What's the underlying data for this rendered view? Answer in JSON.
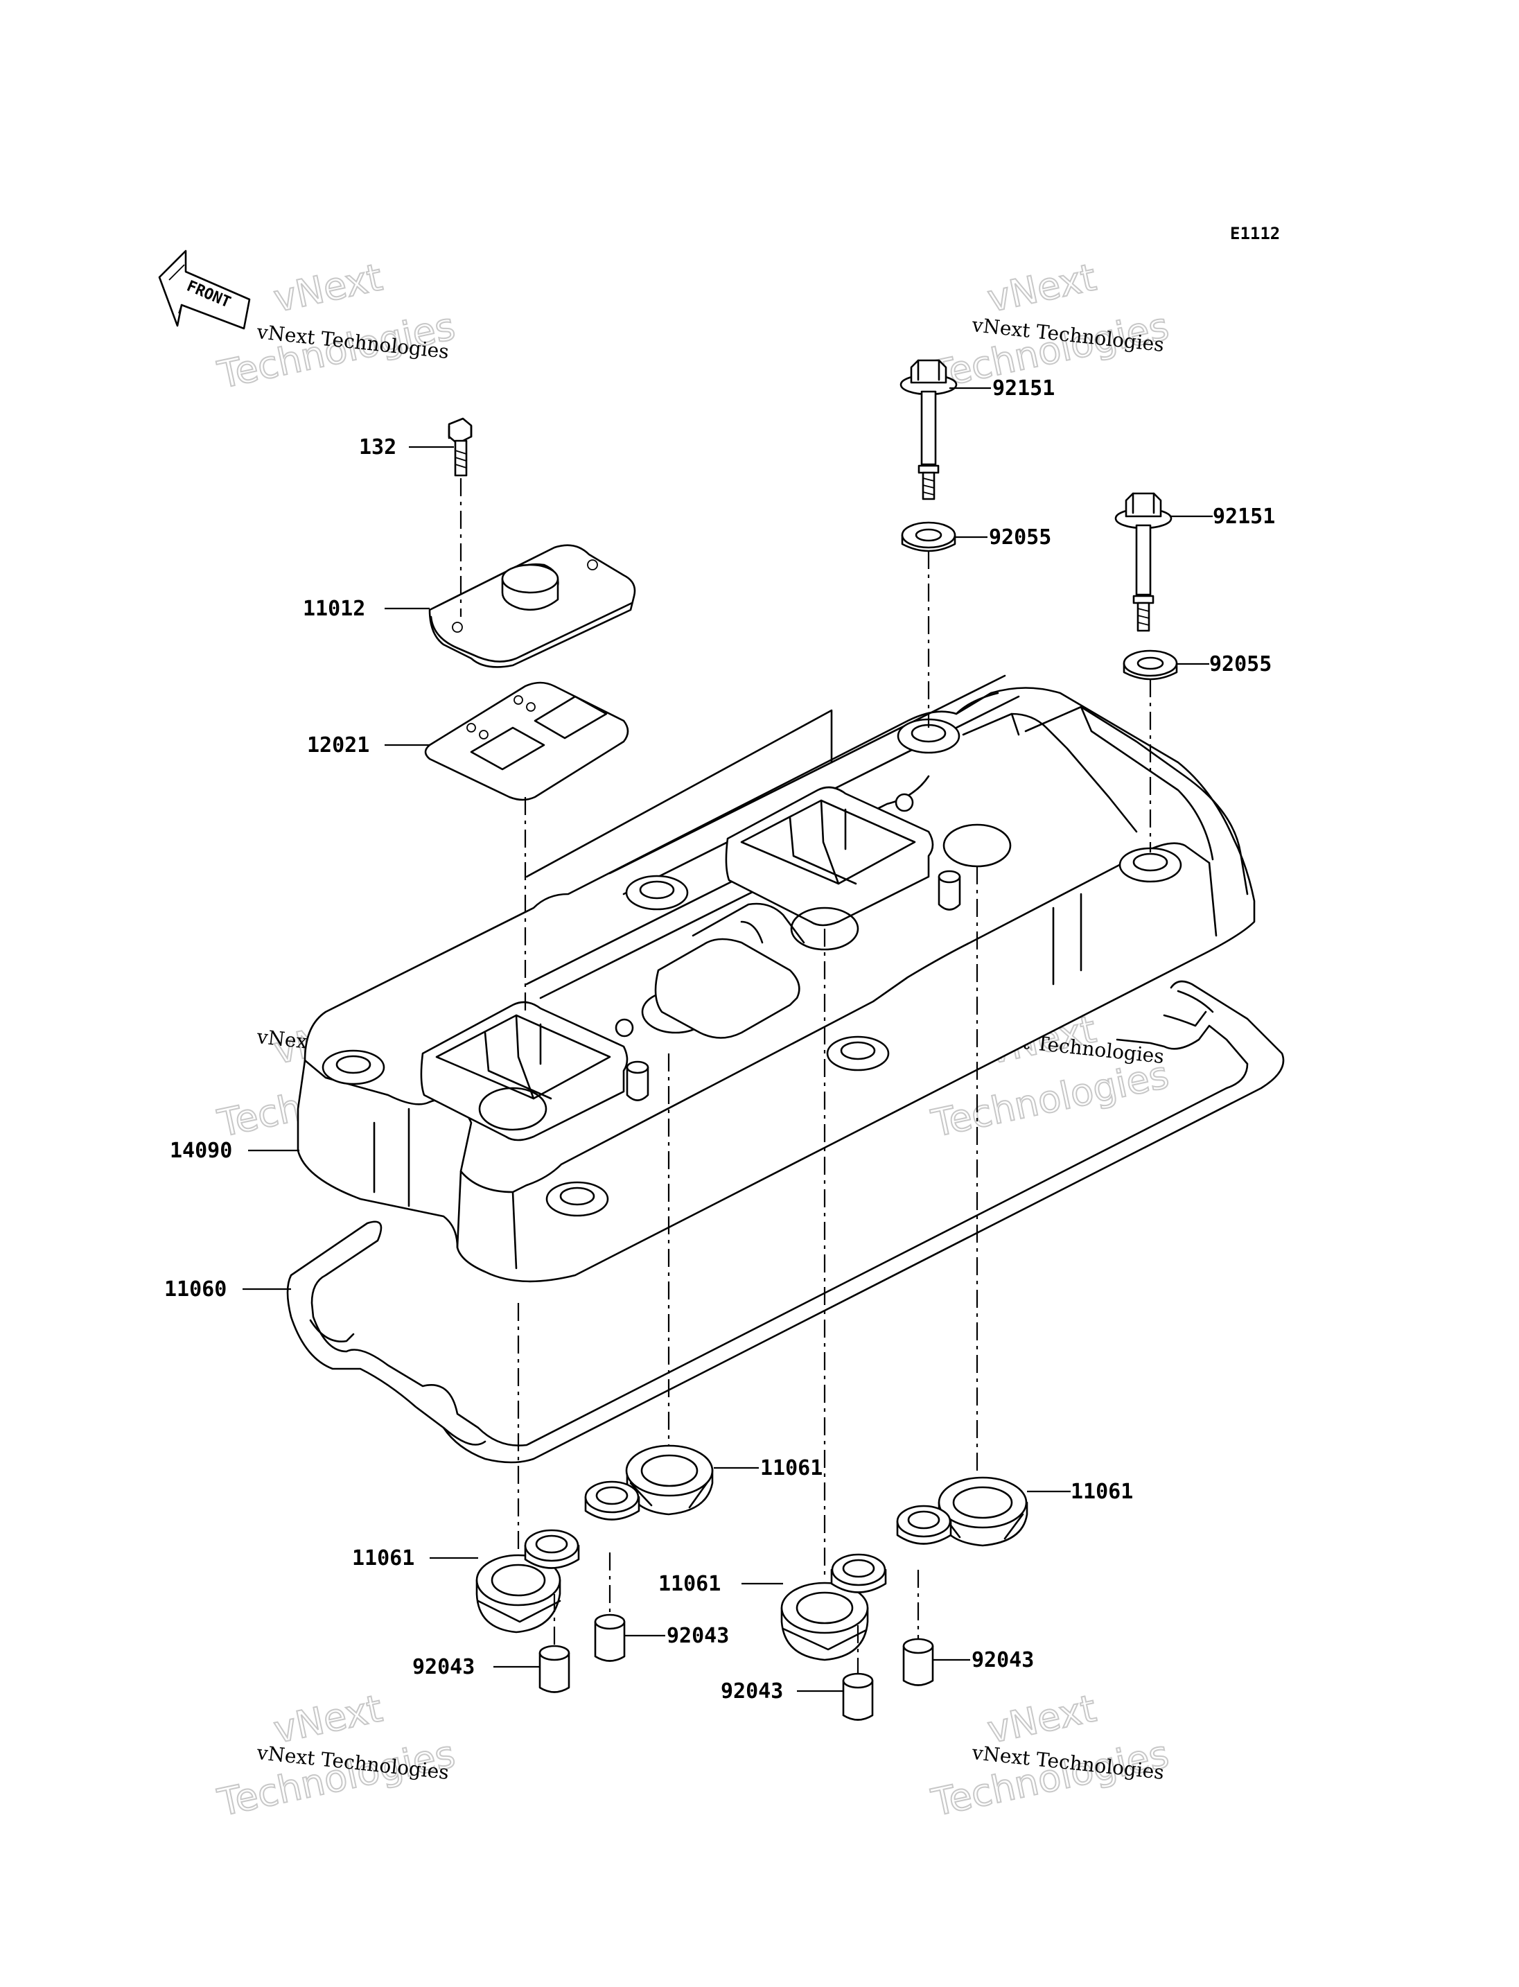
{
  "diagram_code": "E1112",
  "front_arrow_label": "FRONT",
  "watermark": {
    "line_small": "vNext Technologies",
    "line_big_1": "vNext",
    "line_big_2": "Technologies"
  },
  "parts": [
    {
      "id": "bolt-132",
      "number": "132"
    },
    {
      "id": "cap-11012",
      "number": "11012"
    },
    {
      "id": "gasket-12021",
      "number": "12021"
    },
    {
      "id": "cover-14090",
      "number": "14090"
    },
    {
      "id": "gasket-11060",
      "number": "11060"
    },
    {
      "id": "bolt-92151-a",
      "number": "92151"
    },
    {
      "id": "bolt-92151-b",
      "number": "92151"
    },
    {
      "id": "washer-92055-a",
      "number": "92055"
    },
    {
      "id": "washer-92055-b",
      "number": "92055"
    },
    {
      "id": "gasket-11061-a",
      "number": "11061"
    },
    {
      "id": "gasket-11061-b",
      "number": "11061"
    },
    {
      "id": "gasket-11061-c",
      "number": "11061"
    },
    {
      "id": "gasket-11061-d",
      "number": "11061"
    },
    {
      "id": "collar-92043-a",
      "number": "92043"
    },
    {
      "id": "collar-92043-b",
      "number": "92043"
    },
    {
      "id": "collar-92043-c",
      "number": "92043"
    },
    {
      "id": "collar-92043-d",
      "number": "92043"
    }
  ]
}
